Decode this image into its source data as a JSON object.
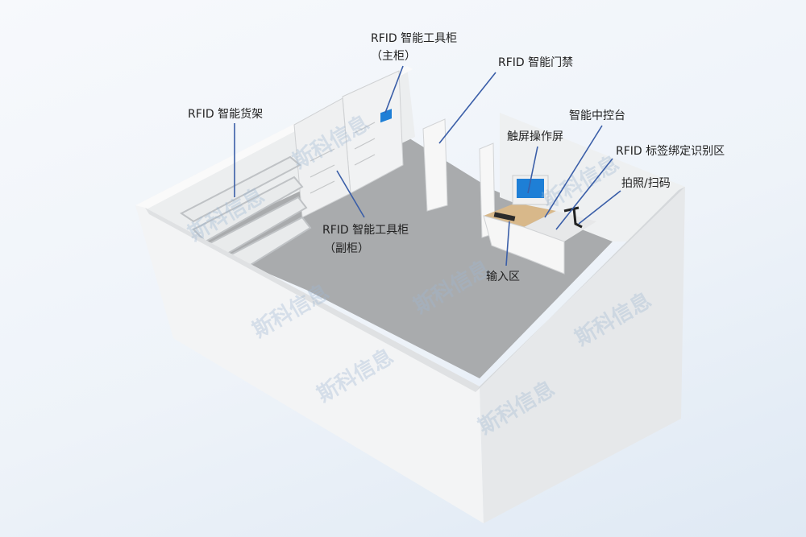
{
  "labels": {
    "main_cabinet": "RFID 智能工具柜",
    "main_cabinet_sub": "（主柜）",
    "access_gate": "RFID 智能门禁",
    "shelf": "RFID 智能货架",
    "sub_cabinet": "RFID 智能工具柜",
    "sub_cabinet_sub": "（副柜）",
    "console": "智能中控台",
    "touch_screen": "触屏操作屏",
    "tag_binding": "RFID 标签绑定识别区",
    "camera_scan": "拍照/扫码",
    "input_area": "输入区"
  },
  "watermark": "斯科信息",
  "colors": {
    "leader": "#3a5ea8",
    "wall": "#f4f5f6",
    "floor": "#a9abad",
    "desk_wood": "#d8b88a",
    "screen": "#1e7fd6"
  }
}
